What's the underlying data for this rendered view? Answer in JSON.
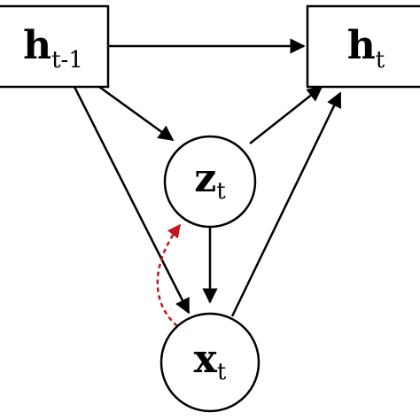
{
  "nodes": {
    "h_prev": {
      "main": "h",
      "sub": "t-1"
    },
    "h_t": {
      "main": "h",
      "sub": "t"
    },
    "z_t": {
      "main": "z",
      "sub": "t"
    },
    "x_t": {
      "main": "x",
      "sub": "t"
    }
  },
  "colors": {
    "stroke": "#000000",
    "dashed_edge": "#c0161e"
  }
}
